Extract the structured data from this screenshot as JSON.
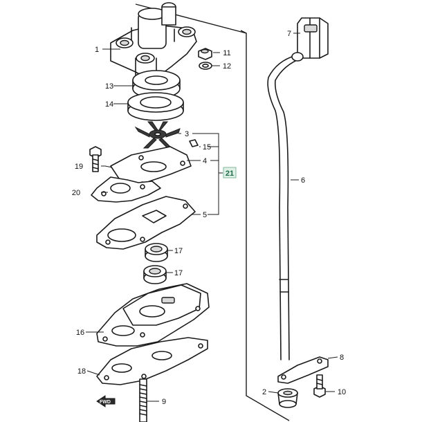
{
  "callouts": {
    "c1": "1",
    "c2": "2",
    "c3": "3",
    "c4": "4",
    "c5": "5",
    "c6": "6",
    "c7": "7",
    "c8": "8",
    "c9": "9",
    "c10": "10",
    "c11": "11",
    "c12": "12",
    "c13": "13",
    "c14": "14",
    "c15": "15",
    "c16": "16",
    "c17a": "17",
    "c17b": "17",
    "c18": "18",
    "c19": "19",
    "c20": "20",
    "c21": "21"
  },
  "direction_marker": {
    "label": "FWD",
    "icon": "forward-arrow-icon"
  },
  "colors": {
    "line": "#1a1a1a",
    "highlight_fill": "#dff0e6",
    "highlight_text": "#1f6b45"
  }
}
